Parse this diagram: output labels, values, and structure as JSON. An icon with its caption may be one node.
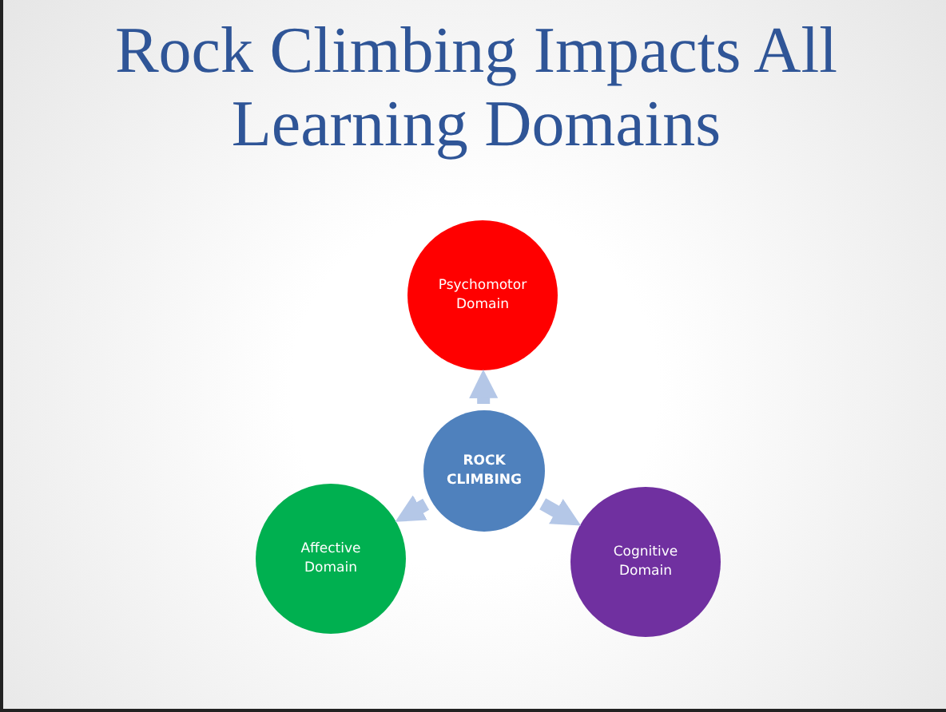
{
  "diagram": {
    "title": "Rock Climbing Impacts All Learning Domains",
    "nodes": [
      {
        "text": [
          "Psychomotor Domain"
        ]
      },
      {
        "text": [
          "ROCK CLIMBING"
        ]
      },
      {
        "text": [
          "Affective Domain"
        ]
      },
      {
        "text": [
          "Cognitive Domain"
        ]
      }
    ],
    "edges": [
      {
        "from": 1,
        "to": 0,
        "arrow": "to"
      },
      {
        "from": 1,
        "to": 2,
        "arrow": "to"
      },
      {
        "from": 1,
        "to": 3,
        "arrow": "to"
      }
    ]
  }
}
